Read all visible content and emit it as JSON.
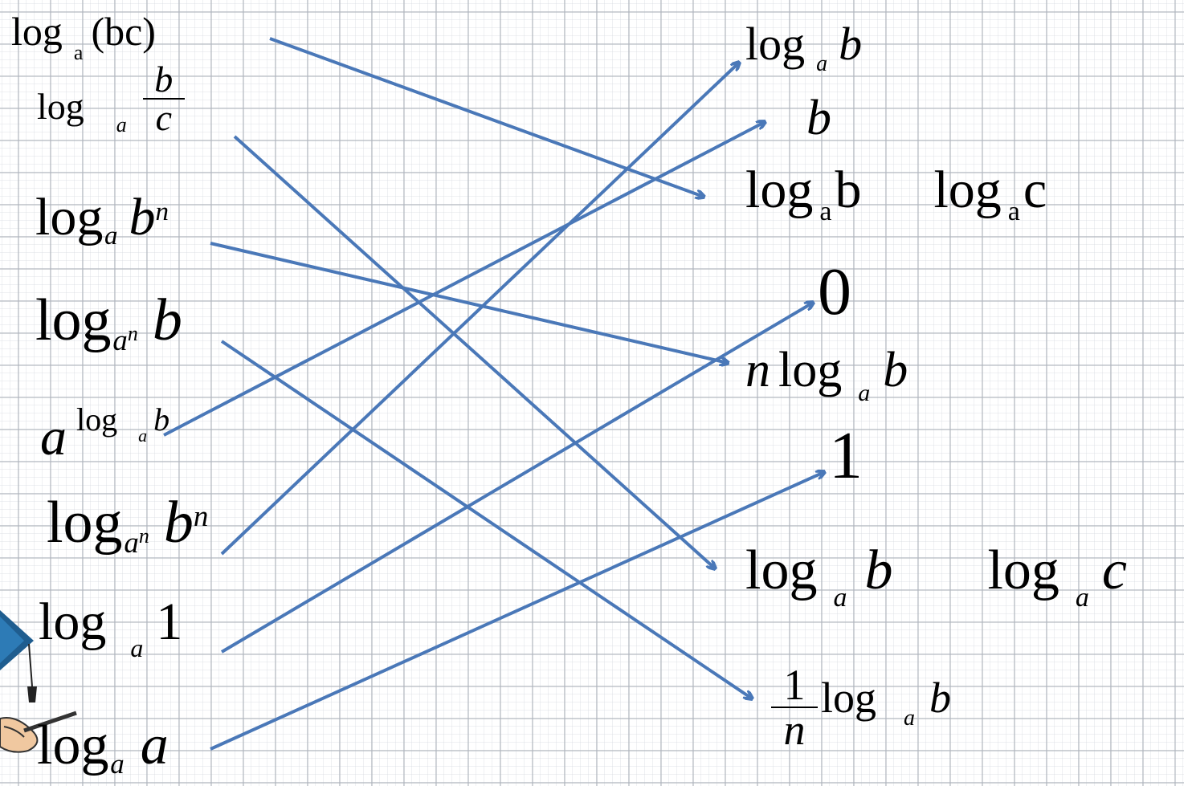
{
  "arrow_color": "#4a78b8",
  "left": [
    {
      "id": "L1",
      "log": "log",
      "base": "a",
      "arg": "(bc)"
    },
    {
      "id": "L2",
      "log": "log",
      "base": "a",
      "num": "b",
      "den": "c"
    },
    {
      "id": "L3",
      "log": "log",
      "base": "a",
      "arg": "b",
      "pow": "n"
    },
    {
      "id": "L4",
      "log": "log",
      "base": "a",
      "basepow": "n",
      "arg": "b"
    },
    {
      "id": "L5",
      "a": "a",
      "log": "log",
      "base": "a",
      "arg": "b"
    },
    {
      "id": "L6",
      "log": "log",
      "base": "a",
      "basepow": "n",
      "arg": "b",
      "pow": "n"
    },
    {
      "id": "L7",
      "log": "log",
      "base": "a",
      "arg": "1"
    },
    {
      "id": "L8",
      "log": "log",
      "base": "a",
      "arg": "a"
    }
  ],
  "right": [
    {
      "id": "R1",
      "log": "log",
      "base": "a",
      "arg": "b"
    },
    {
      "id": "R2",
      "text": "b"
    },
    {
      "id": "R3",
      "log1": "log",
      "base1": "a",
      "arg1": "b",
      "log2": "log",
      "base2": "a",
      "arg2": "c"
    },
    {
      "id": "R4",
      "text": "0"
    },
    {
      "id": "R5",
      "coef": "n",
      "log": "log",
      "base": "a",
      "arg": "b"
    },
    {
      "id": "R6",
      "text": "1"
    },
    {
      "id": "R7",
      "log1": "log",
      "base1": "a",
      "arg1": "b",
      "log2": "log",
      "base2": "a",
      "arg2": "c"
    },
    {
      "id": "R8",
      "num": "1",
      "den": "n",
      "log": "log",
      "base": "a",
      "arg": "b"
    }
  ],
  "connections": [
    {
      "from": "L1",
      "to": "R3"
    },
    {
      "from": "L2",
      "to": "R7"
    },
    {
      "from": "L3",
      "to": "R5"
    },
    {
      "from": "L4",
      "to": "R8"
    },
    {
      "from": "L5",
      "to": "R2"
    },
    {
      "from": "L6",
      "to": "R1"
    },
    {
      "from": "L7",
      "to": "R4"
    },
    {
      "from": "L8",
      "to": "R6"
    }
  ]
}
